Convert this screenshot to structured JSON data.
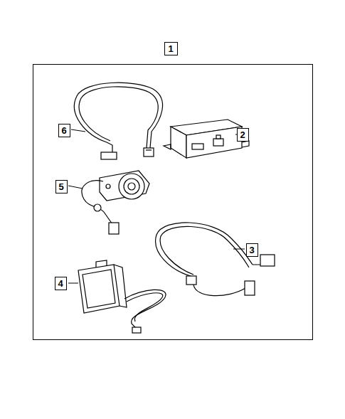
{
  "diagram": {
    "nodes": [
      {
        "text": [
          "1"
        ]
      },
      {
        "text": [
          "6"
        ],
        "in": 0
      },
      {
        "text": [
          "2"
        ],
        "in": 0
      },
      {
        "text": [
          "5"
        ],
        "in": 0
      },
      {
        "text": [
          "3"
        ],
        "in": 0
      },
      {
        "text": [
          "4"
        ],
        "in": 0
      }
    ]
  }
}
